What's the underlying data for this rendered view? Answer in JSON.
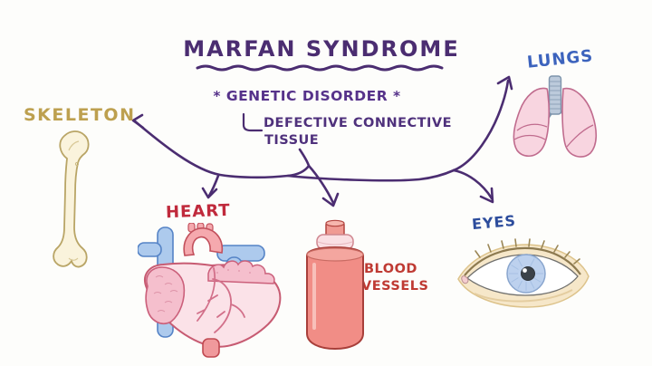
{
  "header": {
    "title": "MARFAN SYNDROME",
    "subtitle": "* GENETIC DISORDER *",
    "defective_line1": "DEFECTIVE CONNECTIVE",
    "defective_line2": "TISSUE"
  },
  "organs": {
    "skeleton": {
      "label": "SKELETON",
      "label_color": "#bda04f",
      "icon": "femur-bone-icon"
    },
    "lungs": {
      "label": "LUNGS",
      "label_color": "#3c63bd",
      "icon": "lungs-icon"
    },
    "heart": {
      "label": "HEART",
      "label_color": "#c02a3c",
      "icon": "anatomical-heart-icon"
    },
    "blood_vessels": {
      "label_line1": "BLOOD",
      "label_line2": "VESSELS",
      "label_color": "#bf3a33",
      "icon": "blood-vessel-tube-icon"
    },
    "eyes": {
      "label": "EYES",
      "label_color": "#2c4c9c",
      "icon": "eye-icon"
    }
  },
  "colors": {
    "ink_purple": "#4b2d71",
    "background": "#fdfdfb",
    "bone_fill": "#faf3dc",
    "lung_pink": "#f8d5e0",
    "vessel_red": "#f18d86",
    "iris_blue": "#bdd1ee"
  }
}
